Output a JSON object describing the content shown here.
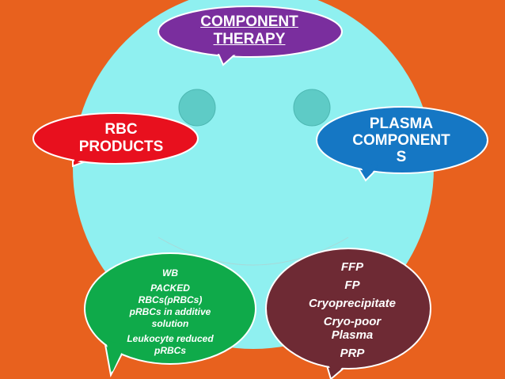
{
  "colors": {
    "background": "#E8611E",
    "face": "#8FF0F0",
    "eyes": "#5ECBC6",
    "component_bubble": "#7A2E9E",
    "rbc_bubble": "#E8101E",
    "plasma_bubble": "#1577C4",
    "rbc_list_bubble": "#0FAA4A",
    "plasma_list_bubble": "#6E2A34"
  },
  "center": {
    "title_lines": [
      "COMPONENT",
      "THERAPY"
    ]
  },
  "rbc": {
    "title_lines": [
      "RBC",
      "PRODUCTS"
    ],
    "items": [
      "WB",
      "PACKED",
      "RBCs(pRBCs)",
      "pRBCs in additive",
      "solution",
      "Leukocyte reduced",
      "pRBCs"
    ]
  },
  "plasma": {
    "title_lines": [
      "PLASMA",
      "COMPONENT",
      "S"
    ],
    "items": [
      "FFP",
      "FP",
      "Cryoprecipitate",
      "Cryo-poor",
      "Plasma",
      "PRP"
    ]
  }
}
